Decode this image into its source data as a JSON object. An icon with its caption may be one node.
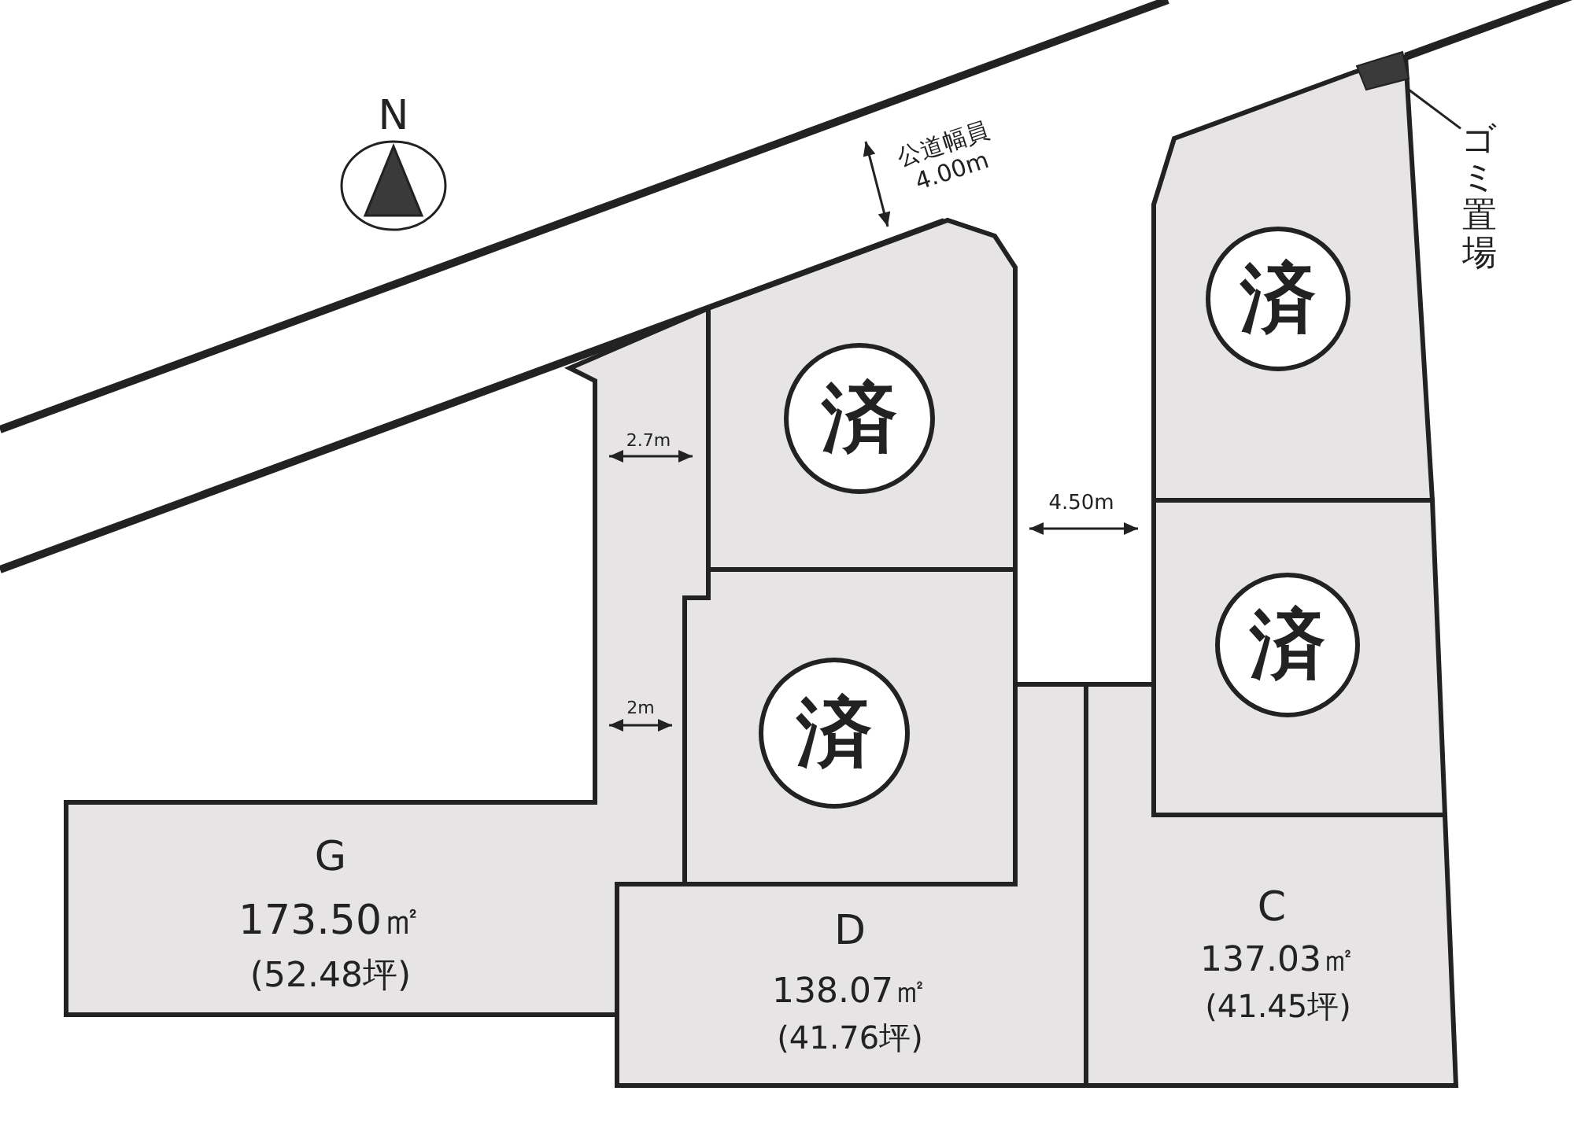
{
  "diagram": {
    "nodes": [
      {
        "text": [],
        "shape": "box"
      },
      {
        "text": [
          "ゴミ置場"
        ]
      },
      {
        "text": [],
        "shape": "box"
      },
      {
        "text": [
          "済"
        ],
        "in": 2
      },
      {
        "text": [],
        "shape": "box"
      },
      {
        "text": [
          "済"
        ],
        "in": 4
      },
      {
        "text": [],
        "shape": "box"
      },
      {
        "text": [
          "済"
        ],
        "in": 6
      },
      {
        "text": [],
        "shape": "box"
      },
      {
        "text": [
          "済"
        ],
        "in": 8
      },
      {
        "text": [
          "G",
          "173.50㎡",
          "(52.48坪)"
        ]
      },
      {
        "text": [
          "D",
          "138.07㎡",
          "(41.76坪)"
        ]
      },
      {
        "text": [
          "C",
          "137.03㎡",
          "(41.45坪)"
        ]
      }
    ],
    "edges": [
      {
        "from": 1,
        "to": 0,
        "arrow": "none"
      }
    ],
    "labels": [
      "N",
      "公道幅員 4.00m",
      "2.7m",
      "4.50m",
      "2m"
    ]
  }
}
